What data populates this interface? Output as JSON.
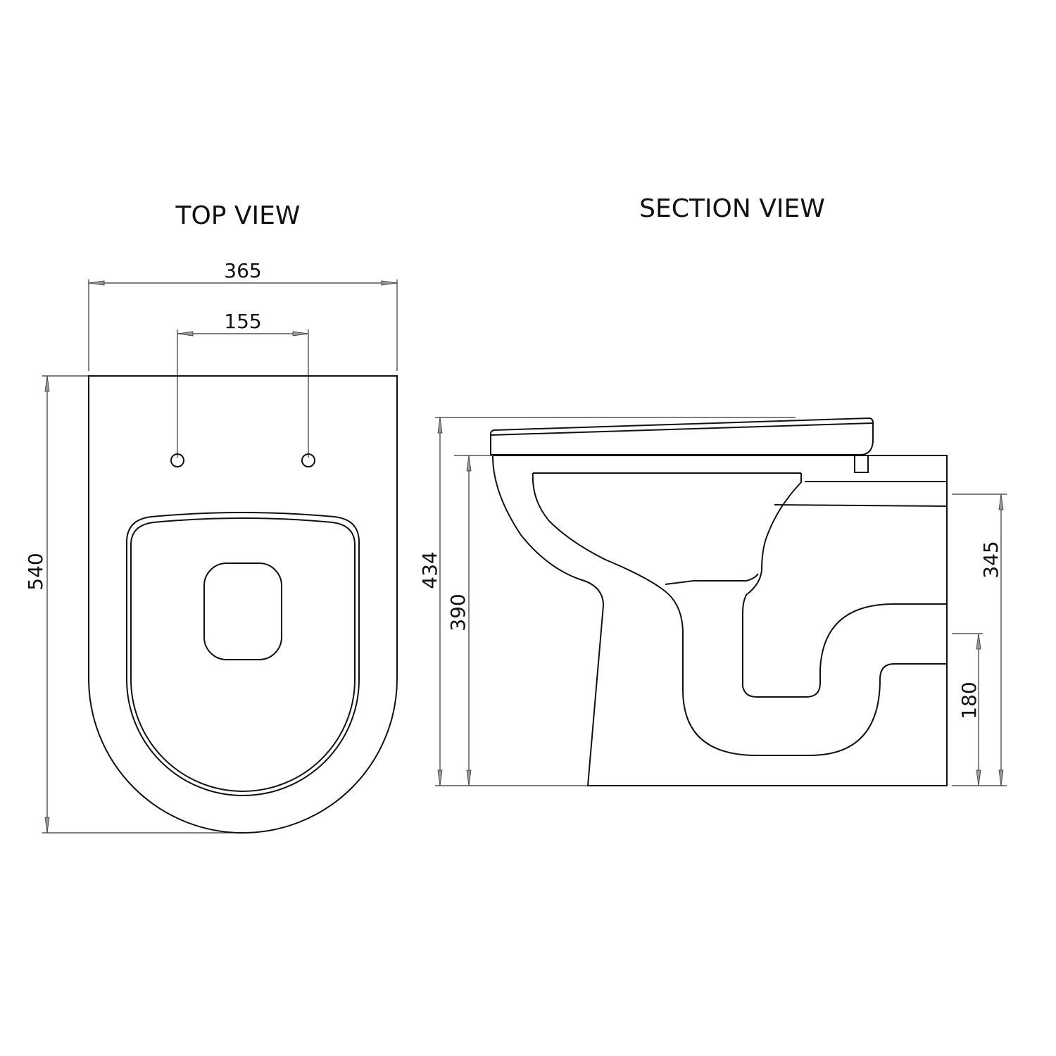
{
  "top_view": {
    "title": "TOP VIEW",
    "dimensions": {
      "overall_width": "365",
      "fixing_centres": "155",
      "overall_length": "540"
    }
  },
  "section_view": {
    "title": "SECTION VIEW",
    "dimensions": {
      "height_with_seat": "434",
      "rim_height": "390",
      "waste_top": "345",
      "waste_centre": "180"
    }
  },
  "colors": {
    "line": "#111111",
    "background": "#ffffff",
    "arrow_fill": "#999999"
  }
}
